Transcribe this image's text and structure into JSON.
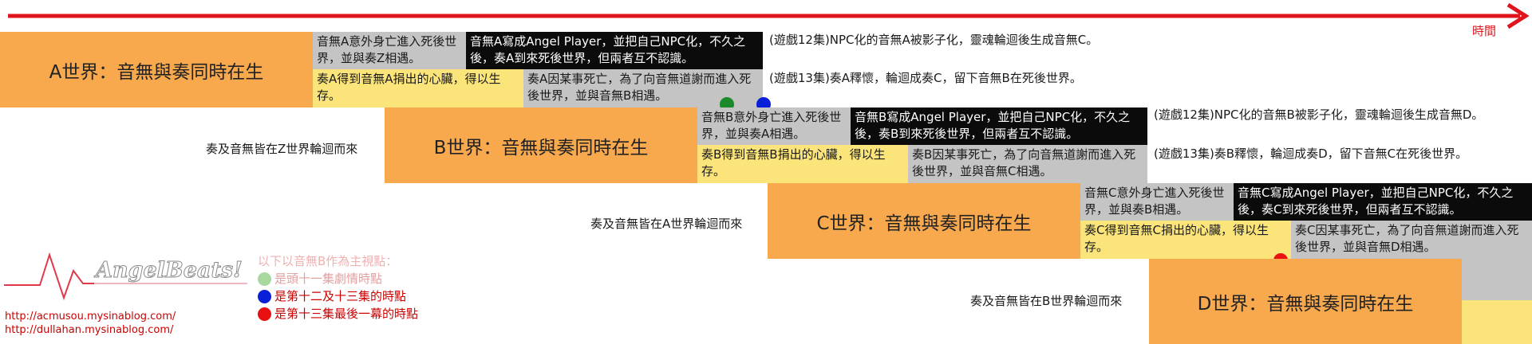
{
  "timeline_label": "時間",
  "worlds": [
    {
      "id": "A",
      "title": "A世界：音無與奏同時在生",
      "gray_top": "音無A意外身亡進入死後世界，並與奏Z相遇。",
      "black_top": "音無A寫成Angel Player，並把自己NPC化，不久之後，奏A到來死後世界，但兩者互不認識。",
      "yellow_bottom": "奏A得到音無A捐出的心臟，得以生存。",
      "gray_bottom": "奏A因某事死亡，為了向音無道謝而進入死後世界，並與音無B相遇。",
      "note_top": "(遊戲12集)NPC化的音無A被影子化，靈魂輪迴後生成音無C。",
      "note_bottom": "(遊戲13集)奏A釋懷，輪迴成奏C，留下音無B在死後世界。"
    },
    {
      "id": "B",
      "title": "B世界：音無與奏同時在生",
      "origin": "奏及音無皆在Z世界輪迴而來",
      "gray_top": "音無B意外身亡進入死後世界，並與奏A相遇。",
      "black_top": "音無B寫成Angel Player，並把自己NPC化，不久之後，奏B到來死後世界，但兩者互不認識。",
      "yellow_bottom": "奏B得到音無B捐出的心臟，得以生存。",
      "gray_bottom": "奏B因某事死亡，為了向音無道謝而進入死後世界，並與音無C相遇。",
      "note_top": "(遊戲12集)NPC化的音無B被影子化，靈魂輪迴後生成音無D。",
      "note_bottom": "(遊戲13集)奏B釋懷，輪迴成奏D，留下音無C在死後世界。"
    },
    {
      "id": "C",
      "title": "C世界：音無與奏同時在生",
      "origin": "奏及音無皆在A世界輪迴而來",
      "gray_top": "音無C意外身亡進入死後世界，並與奏B相遇。",
      "black_top": "音無C寫成Angel Player，並把自己NPC化，不久之後，奏C到來死後世界，但兩者互不認識。",
      "yellow_bottom": "奏C得到音無C捐出的心臟，得以生存。",
      "gray_bottom": "奏C因某事死亡，為了向音無道謝而進入死後世界，並與音無D相遇。"
    },
    {
      "id": "D",
      "title": "D世界：音無與奏同時在生",
      "origin": "奏及音無皆在B世界輪迴而來"
    }
  ],
  "legend": {
    "heading": "以下以音無B作為主視點：",
    "items": [
      {
        "label": "是頭十一集劇情時點",
        "color": "#a8d8a0"
      },
      {
        "label": "是第十二及十三集的時點",
        "color": "#0a1fd8"
      },
      {
        "label": "是第十三集最後一幕的時點",
        "color": "#e81010"
      }
    ]
  },
  "marker_colors": {
    "green": "#1a8a2a",
    "blue": "#0a1fd8",
    "red": "#e81010"
  },
  "logo_text": "AngelBeats!",
  "links": [
    "http://acmusou.mysinablog.com/",
    "http://dullahan.mysinablog.com/"
  ],
  "colors": {
    "arrow": "#e0141a",
    "orange": "#f8a94e",
    "gray": "#c4c4c4",
    "yellow": "#fbe57a",
    "black": "#0b0b0b"
  }
}
